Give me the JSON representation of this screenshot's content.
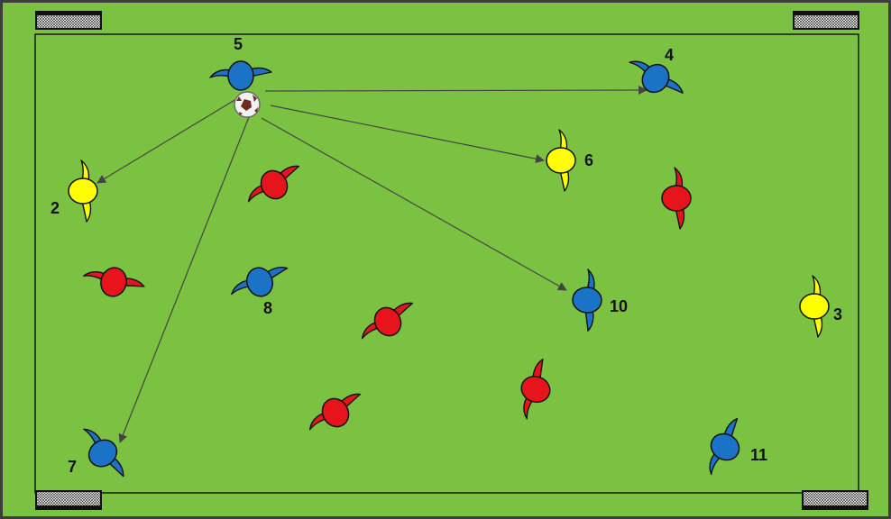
{
  "colors": {
    "background": "#3d3d3d",
    "pitch": "#7cc242",
    "boundary": "#000000",
    "team_blue": "#1a73c6",
    "team_red": "#e8141b",
    "neutral_yellow": "#ffff00",
    "arrow": "#444444"
  },
  "players": [
    {
      "id": "p5",
      "team": "blue",
      "label": "5"
    },
    {
      "id": "p4",
      "team": "blue",
      "label": "4"
    },
    {
      "id": "p6",
      "team": "yellow",
      "label": "6"
    },
    {
      "id": "p2",
      "team": "yellow",
      "label": "2"
    },
    {
      "id": "p8",
      "team": "blue",
      "label": "8"
    },
    {
      "id": "p10",
      "team": "blue",
      "label": "10"
    },
    {
      "id": "p3",
      "team": "yellow",
      "label": "3"
    },
    {
      "id": "p7",
      "team": "blue",
      "label": "7"
    },
    {
      "id": "p11",
      "team": "blue",
      "label": "11"
    },
    {
      "id": "r1",
      "team": "red",
      "label": ""
    },
    {
      "id": "r2",
      "team": "red",
      "label": ""
    },
    {
      "id": "r3",
      "team": "red",
      "label": ""
    },
    {
      "id": "r4",
      "team": "red",
      "label": ""
    },
    {
      "id": "r5",
      "team": "red",
      "label": ""
    },
    {
      "id": "r6",
      "team": "red",
      "label": ""
    },
    {
      "id": "r7",
      "team": "red",
      "label": ""
    }
  ],
  "passes": [
    {
      "from": "5",
      "to": "4"
    },
    {
      "from": "5",
      "to": "6"
    },
    {
      "from": "5",
      "to": "2"
    },
    {
      "from": "5",
      "to": "10"
    },
    {
      "from": "5",
      "to": "7"
    }
  ],
  "icons": {
    "ball": "soccer-ball-icon",
    "goal": "mini-goal-icon",
    "player": "player-top-view-icon"
  }
}
